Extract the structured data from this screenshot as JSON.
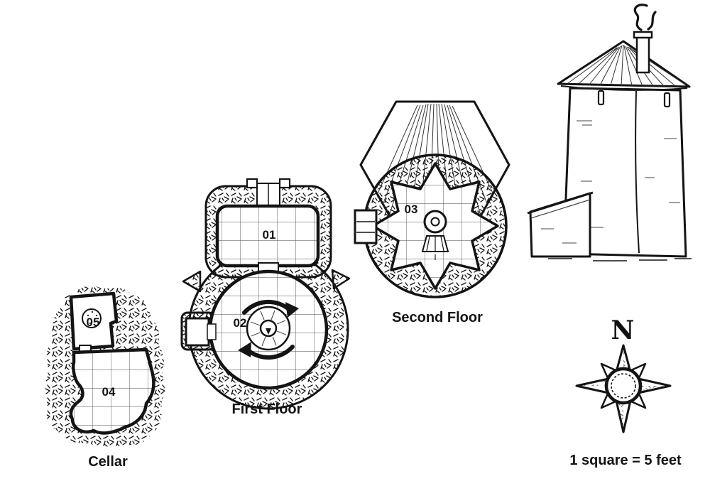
{
  "floors": {
    "cellar": {
      "caption": "Cellar",
      "room_04": "04",
      "room_05": "05"
    },
    "first_floor": {
      "caption": "First Floor",
      "room_01": "01",
      "room_02": "02"
    },
    "second_floor": {
      "caption": "Second Floor",
      "room_03": "03"
    }
  },
  "compass": {
    "north_label": "N"
  },
  "scale": {
    "label": "1 square = 5 feet"
  },
  "colors": {
    "ink": "#141414",
    "paper": "#ffffff"
  }
}
